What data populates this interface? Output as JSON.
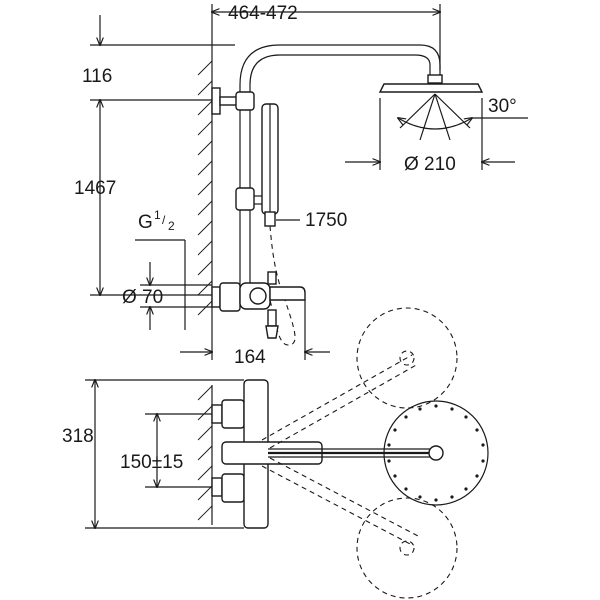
{
  "dimensions": {
    "top_width": "464-472",
    "arm_height": "116",
    "total_height": "1467",
    "thread": "G",
    "thread_num": "1",
    "thread_den": "2",
    "pipe_dia": "Ø 70",
    "hand_hose": "1750",
    "head_angle": "30°",
    "head_dia": "Ø 210",
    "spout_reach": "164",
    "plan_depth": "318",
    "inlet_spacing": "150±15"
  }
}
